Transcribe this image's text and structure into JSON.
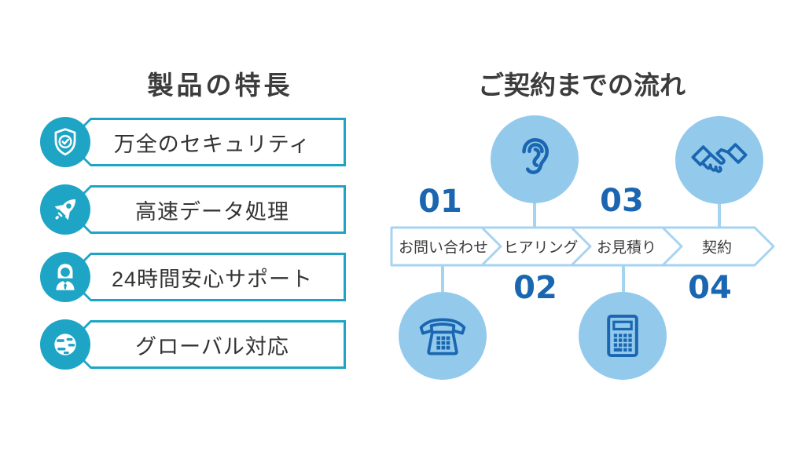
{
  "colors": {
    "teal": "#1EA5C6",
    "flow_circle_fill": "#93CAEC",
    "flow_line": "#A5D3F0",
    "dark_blue": "#1A66B0",
    "heading_text": "#3C3C3C",
    "body_text": "#333333",
    "background": "#FFFFFF"
  },
  "left_panel": {
    "title": "製品の特長",
    "items": [
      {
        "icon": "shield-check-icon",
        "label": "万全のセキュリティ"
      },
      {
        "icon": "rocket-icon",
        "label": "高速データ処理"
      },
      {
        "icon": "support-agent-icon",
        "label": "24時間安心サポート"
      },
      {
        "icon": "globe-icon",
        "label": "グローバル対応"
      }
    ]
  },
  "right_panel": {
    "title": "ご契約までの流れ",
    "steps": [
      {
        "number": "01",
        "label": "お問い合わせ",
        "icon": "phone-icon",
        "icon_position": "below"
      },
      {
        "number": "02",
        "label": "ヒアリング",
        "icon": "ear-icon",
        "icon_position": "above"
      },
      {
        "number": "03",
        "label": "お見積り",
        "icon": "calculator-icon",
        "icon_position": "below"
      },
      {
        "number": "04",
        "label": "契約",
        "icon": "handshake-icon",
        "icon_position": "above"
      }
    ]
  }
}
